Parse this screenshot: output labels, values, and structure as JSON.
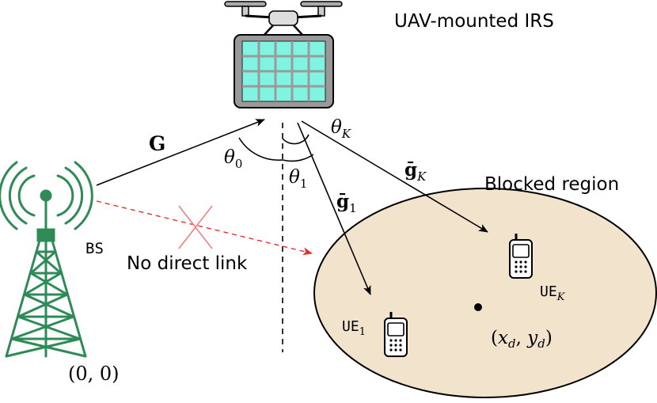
{
  "title": "UAV-mounted IRS",
  "region_label": "Blocked region",
  "bs": {
    "label": "BS",
    "coord": "(0, 0)"
  },
  "link": {
    "label": "No direct link"
  },
  "channel_G": "G",
  "angles": {
    "theta0": {
      "sym": "θ",
      "sub": "0"
    },
    "theta1": {
      "sym": "θ",
      "sub": "1"
    },
    "thetaK": {
      "sym": "θ",
      "sub": "K"
    }
  },
  "channels": {
    "g1": {
      "sym": "ḡ",
      "sub": "1"
    },
    "gK": {
      "sym": "ḡ",
      "sub": "K"
    }
  },
  "users": {
    "ue1": {
      "name": "UE",
      "sub": "1"
    },
    "ueK": {
      "name": "UE",
      "sub": "K"
    }
  },
  "center": {
    "open": "(",
    "x": "x",
    "xsub": "d",
    "comma": ", ",
    "y": "y",
    "ysub": "d",
    "close": ")"
  },
  "colors": {
    "tower": "#2e8b57",
    "irs_panel": "#7ff5e1",
    "region_fill": "#f2e4cc",
    "no_link": "#e03030",
    "cross": "#f08080"
  }
}
